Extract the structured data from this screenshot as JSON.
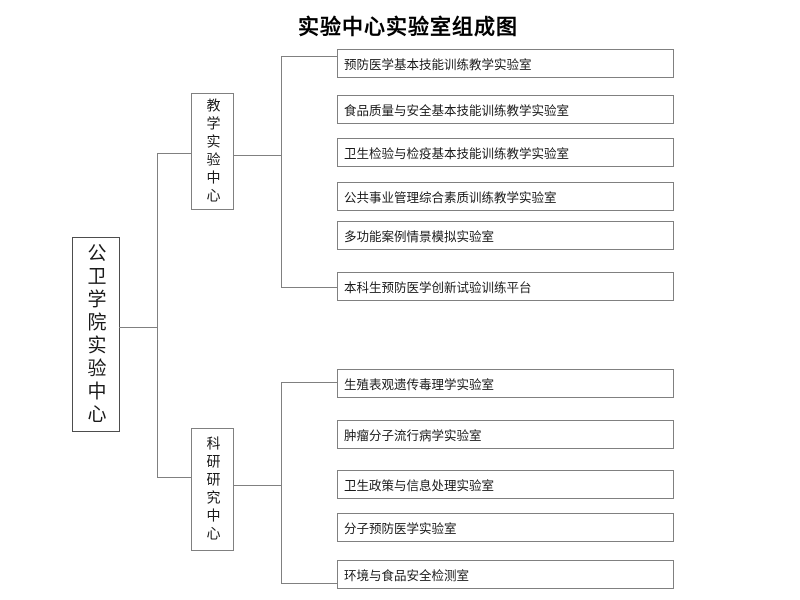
{
  "title": "实验中心实验室组成图",
  "root": {
    "label": "公卫学院实验中心"
  },
  "branches": [
    {
      "label": "教学实验中心",
      "labs": [
        "预防医学基本技能训练教学实验室",
        "食品质量与安全基本技能训练教学实验室",
        "卫生检验与检疫基本技能训练教学实验室",
        "公共事业管理综合素质训练教学实验室",
        "多功能案例情景模拟实验室",
        "本科生预防医学创新试验训练平台"
      ]
    },
    {
      "label": "科研研究中心",
      "labs": [
        "生殖表观遗传毒理学实验室",
        "肿瘤分子流行病学实验室",
        "卫生政策与信息处理实验室",
        "分子预防医学实验室",
        "环境与食品安全检测室"
      ]
    }
  ],
  "colors": {
    "background": "#ffffff",
    "line": "#808080",
    "box_border": "#808080",
    "root_border": "#4d4d4d",
    "text": "#000000"
  }
}
